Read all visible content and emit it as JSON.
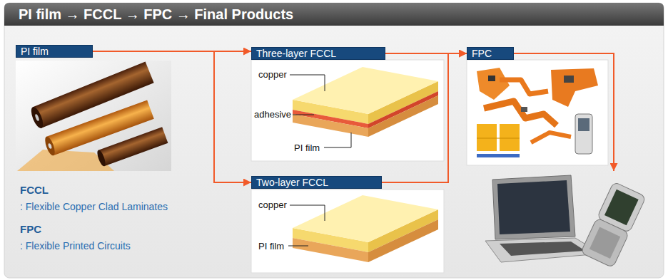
{
  "diagram": {
    "title": "PI film → FCCL → FPC → Final Products",
    "nodes": [
      {
        "text": [
          "PI film"
        ]
      },
      {
        "text": [
          "Three-layer FCCL"
        ]
      },
      {
        "text": [
          "Two-layer FCCL"
        ]
      },
      {
        "text": [
          "FPC"
        ]
      }
    ],
    "edges": [
      {
        "from": 0,
        "to": 1,
        "arrow": "to"
      },
      {
        "from": 0,
        "to": 2,
        "arrow": "to"
      },
      {
        "from": 1,
        "to": 3,
        "arrow": "to"
      },
      {
        "from": 2,
        "to": 3,
        "arrow": "to"
      }
    ],
    "labels": [
      "FCCL",
      ": Flexible Copper Clad Laminates",
      "FPC",
      ": Flexible Printed Circuits",
      "copper",
      "adhesive",
      "PI film",
      "copper",
      "PI film"
    ]
  }
}
